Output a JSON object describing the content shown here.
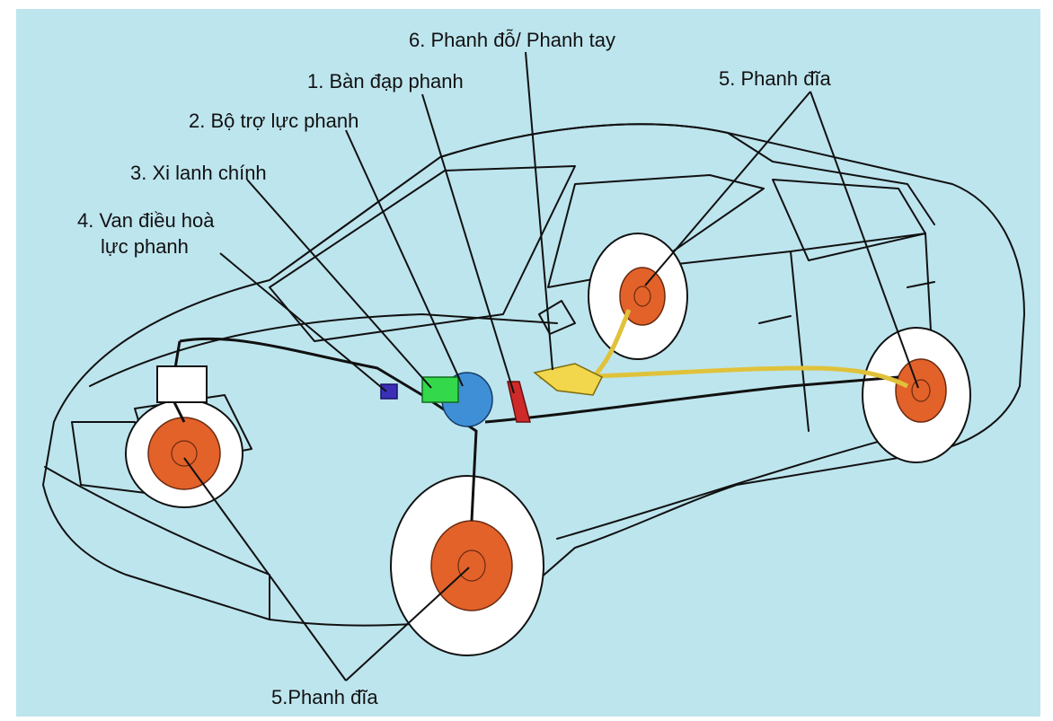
{
  "diagram": {
    "labels": {
      "handbrake": "6. Phanh đỗ/ Phanh tay",
      "pedal": "1. Bàn đạp phanh",
      "booster": "2. Bộ trợ lực phanh",
      "master_cylinder": "3. Xi lanh chính",
      "valve_line1": "4. Van điều hoà",
      "valve_line2": "lực phanh",
      "disc_rear": "5. Phanh đĩa",
      "disc_front": "5.Phanh đĩa"
    },
    "colors": {
      "background": "#bde5ee",
      "disc_brake": "#e2622a",
      "booster": "#3f8fd6",
      "master_cylinder": "#33d94a",
      "valve": "#3b2fb8",
      "pedal": "#cf2a2a",
      "handbrake": "#f2d64b"
    }
  }
}
